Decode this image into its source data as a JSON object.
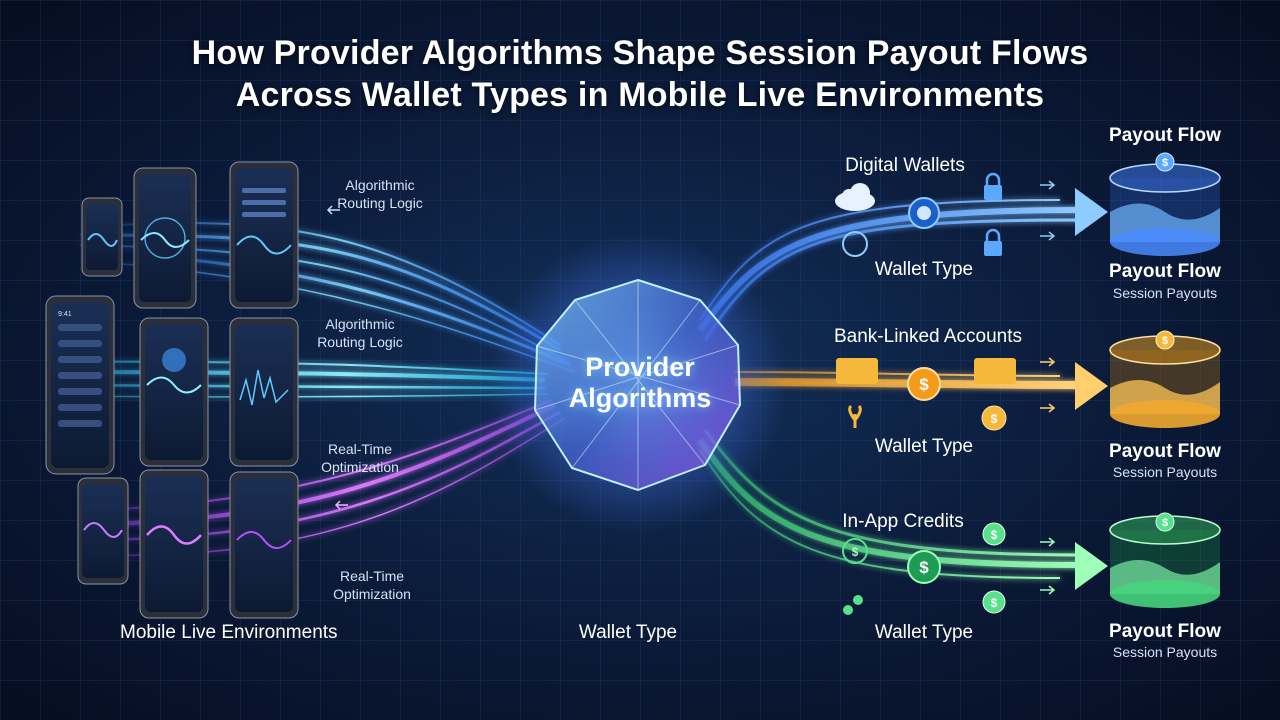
{
  "title": {
    "line1": "How Provider Algorithms Shape Session Payout Flows",
    "line2": "Across Wallet Types in Mobile Live Environments"
  },
  "left": {
    "routing_1": "Algorithmic\nRouting Logic",
    "routing_2": "Algorithmic\nRouting Logic",
    "realtime_1": "Real-Time\nOptimization",
    "realtime_2": "Real-Time\nOptimization",
    "footer": "Mobile Live Environments"
  },
  "center": {
    "core": "Provider\nAlgorithms",
    "footer": "Wallet Type"
  },
  "wallets": [
    {
      "name": "Digital Wallets",
      "type": "Wallet Type",
      "color": "#5aa8ff"
    },
    {
      "name": "Bank-Linked Accounts",
      "type": "Wallet Type",
      "color": "#f5b83a"
    },
    {
      "name": "In-App Credits",
      "type": "Wallet Type",
      "color": "#59e08a"
    }
  ],
  "payout": {
    "top_label": "Payout Flow",
    "items": [
      {
        "title": "Payout Flow",
        "subtitle": "Session Payouts"
      },
      {
        "title": "Payout Flow",
        "subtitle": "Session Payouts"
      },
      {
        "title": "Payout Flow",
        "subtitle": "Session Payouts"
      }
    ]
  },
  "icons": {
    "cloud": "cloud-icon",
    "lock": "lock-icon",
    "dollar": "$",
    "coin": "coin-icon",
    "card": "card-icon"
  },
  "phone_screen_text": "9:41"
}
